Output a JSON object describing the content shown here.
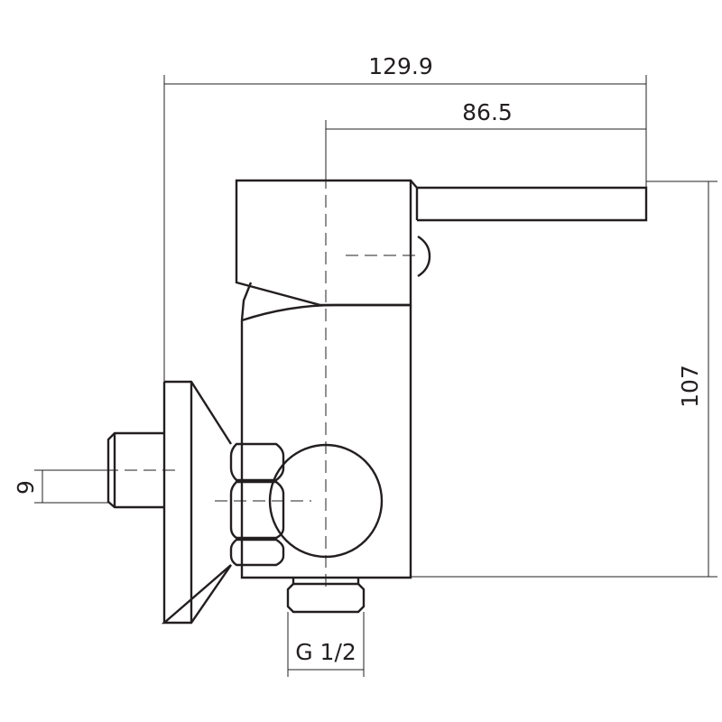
{
  "drawing": {
    "dimensions": {
      "overall_width": "129.9",
      "lever_width": "86.5",
      "height": "107",
      "offset": "9",
      "thread": "G 1/2"
    },
    "colors": {
      "line": "#231f20",
      "background": "#ffffff"
    }
  }
}
